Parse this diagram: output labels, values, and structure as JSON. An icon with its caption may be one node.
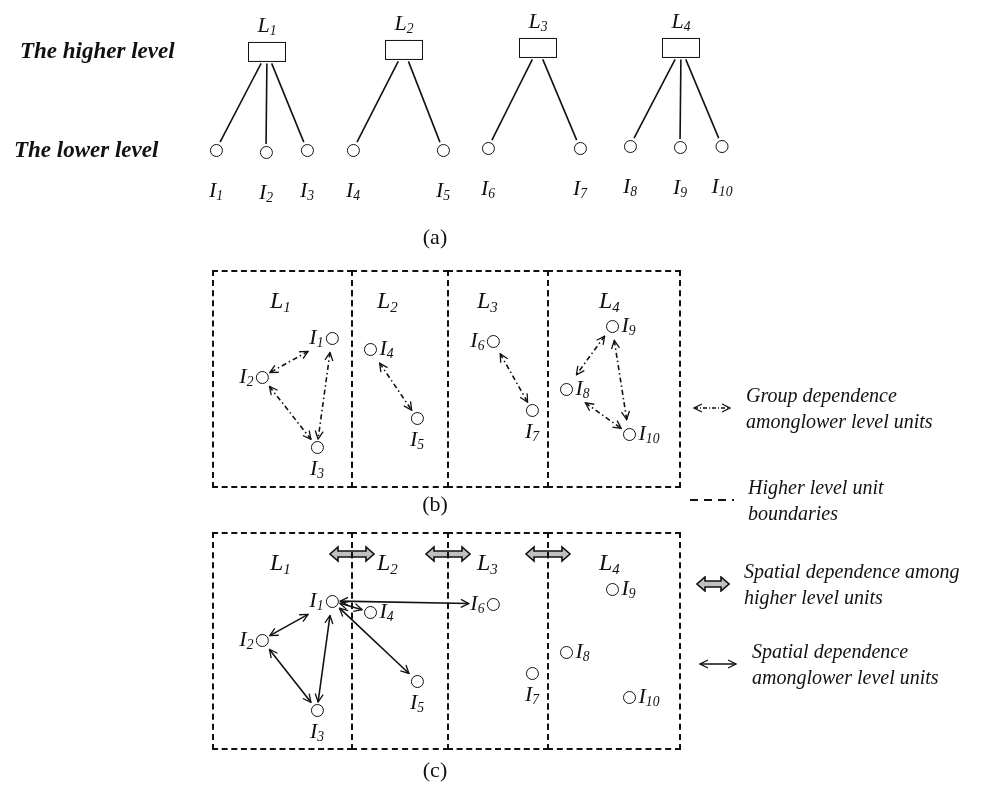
{
  "diagram": {
    "nodes": [
      {
        "text": [
          "L$_{1}$"
        ]
      },
      {
        "text": [
          "L$_{2}$"
        ]
      },
      {
        "text": [
          "L$_{3}$"
        ]
      },
      {
        "text": [
          "L$_{4}$"
        ]
      },
      {
        "text": [
          "I$_{1}$"
        ]
      },
      {
        "text": [
          "I$_{2}$"
        ]
      },
      {
        "text": [
          "I$_{3}$"
        ]
      },
      {
        "text": [
          "I$_{4}$"
        ]
      },
      {
        "text": [
          "I$_{5}$"
        ]
      },
      {
        "text": [
          "I$_{6}$"
        ]
      },
      {
        "text": [
          "I$_{7}$"
        ]
      },
      {
        "text": [
          "I$_{8}$"
        ]
      },
      {
        "text": [
          "I$_{9}$"
        ]
      },
      {
        "text": [
          "I$_{10}$"
        ]
      },
      {
        "text": [
          "L$_{1}$"
        ]
      },
      {
        "text": [
          "L$_{2}$"
        ]
      },
      {
        "text": [
          "L$_{3}$"
        ]
      },
      {
        "text": [
          "L$_{4}$"
        ]
      },
      {
        "text": [
          "I$_{1}$"
        ],
        "in": 14
      },
      {
        "text": [
          "I$_{2}$"
        ],
        "in": 14
      },
      {
        "text": [
          "I$_{3}$"
        ],
        "in": 14
      },
      {
        "text": [
          "I$_{4}$"
        ],
        "in": 15
      },
      {
        "text": [
          "I$_{5}$"
        ],
        "in": 15
      },
      {
        "text": [
          "I$_{6}$"
        ],
        "in": 16
      },
      {
        "text": [
          "I$_{7}$"
        ],
        "in": 16
      },
      {
        "text": [
          "I$_{8}$"
        ],
        "in": 17
      },
      {
        "text": [
          "I$_{9}$"
        ],
        "in": 17
      },
      {
        "text": [
          "I$_{10}$"
        ],
        "in": 17
      },
      {
        "text": [
          "L$_{1}$"
        ]
      },
      {
        "text": [
          "L$_{2}$"
        ]
      },
      {
        "text": [
          "L$_{3}$"
        ]
      },
      {
        "text": [
          "L$_{4}$"
        ]
      },
      {
        "text": [
          "I$_{1}$"
        ],
        "in": 28
      },
      {
        "text": [
          "I$_{2}$"
        ],
        "in": 28
      },
      {
        "text": [
          "I$_{3}$"
        ],
        "in": 28
      },
      {
        "text": [
          "I$_{4}$"
        ],
        "in": 29
      },
      {
        "text": [
          "I$_{5}$"
        ],
        "in": 29
      },
      {
        "text": [
          "I$_{6}$"
        ],
        "in": 30
      },
      {
        "text": [
          "I$_{7}$"
        ],
        "in": 30
      },
      {
        "text": [
          "I$_{8}$"
        ],
        "in": 31
      },
      {
        "text": [
          "I$_{9}$"
        ],
        "in": 31
      },
      {
        "text": [
          "I$_{10}$"
        ],
        "in": 31
      }
    ],
    "edges": [
      {
        "from": 0,
        "to": 4,
        "arrow": "none"
      },
      {
        "from": 0,
        "to": 5,
        "arrow": "none"
      },
      {
        "from": 0,
        "to": 6,
        "arrow": "none"
      },
      {
        "from": 1,
        "to": 7,
        "arrow": "none"
      },
      {
        "from": 1,
        "to": 8,
        "arrow": "none"
      },
      {
        "from": 2,
        "to": 9,
        "arrow": "none"
      },
      {
        "from": 2,
        "to": 10,
        "arrow": "none"
      },
      {
        "from": 3,
        "to": 11,
        "arrow": "none"
      },
      {
        "from": 3,
        "to": 12,
        "arrow": "none"
      },
      {
        "from": 3,
        "to": 13,
        "arrow": "none"
      },
      {
        "from": 18,
        "to": 19,
        "arrow": "both",
        "style": "dashed"
      },
      {
        "from": 19,
        "to": 20,
        "arrow": "both",
        "style": "dashed"
      },
      {
        "from": 18,
        "to": 20,
        "arrow": "both",
        "style": "dashed"
      },
      {
        "from": 21,
        "to": 22,
        "arrow": "both",
        "style": "dashed"
      },
      {
        "from": 23,
        "to": 24,
        "arrow": "both",
        "style": "dashed"
      },
      {
        "from": 26,
        "to": 25,
        "arrow": "both",
        "style": "dashed"
      },
      {
        "from": 26,
        "to": 27,
        "arrow": "both",
        "style": "dashed"
      },
      {
        "from": 25,
        "to": 27,
        "arrow": "both",
        "style": "dashed"
      },
      {
        "from": 28,
        "to": 29,
        "arrow": "both",
        "style": "thick",
        "color": "#c0c0c0"
      },
      {
        "from": 29,
        "to": 30,
        "arrow": "both",
        "style": "thick",
        "color": "#c0c0c0"
      },
      {
        "from": 30,
        "to": 31,
        "arrow": "both",
        "style": "thick",
        "color": "#c0c0c0"
      },
      {
        "from": 32,
        "to": 33,
        "arrow": "both"
      },
      {
        "from": 33,
        "to": 34,
        "arrow": "both"
      },
      {
        "from": 32,
        "to": 34,
        "arrow": "both"
      },
      {
        "from": 32,
        "to": 35,
        "arrow": "both"
      },
      {
        "from": 32,
        "to": 36,
        "arrow": "both"
      },
      {
        "from": 32,
        "to": 37,
        "arrow": "both"
      }
    ],
    "labels": [
      "The higher level",
      "The lower level",
      "(a)",
      "(b)",
      "(c)"
    ],
    "legend": [
      {
        "text": "Group dependence amonglower level units"
      },
      {
        "text": "Higher level unit boundaries"
      },
      {
        "text": "Spatial dependence among higher level units"
      },
      {
        "text": "Spatial dependence amonglower level units"
      }
    ]
  }
}
